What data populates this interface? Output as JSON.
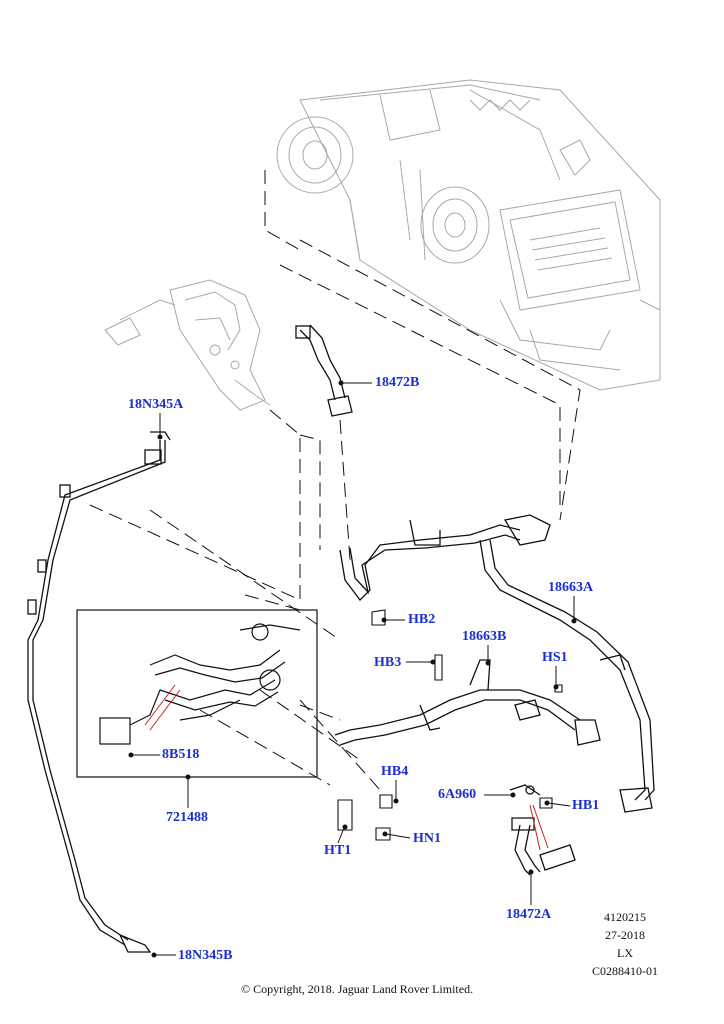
{
  "callouts": {
    "c18N345A": "18N345A",
    "c18472B": "18472B",
    "c18663A": "18663A",
    "cHB2": "HB2",
    "c18663B": "18663B",
    "cHB3": "HB3",
    "cHS1": "HS1",
    "c8B518": "8B518",
    "cHB4": "HB4",
    "c6A960": "6A960",
    "cHB1": "HB1",
    "c721488": "721488",
    "cHT1": "HT1",
    "cHN1": "HN1",
    "c18472A": "18472A",
    "c18N345B": "18N345B"
  },
  "meta": {
    "line1": "4120215",
    "line2": "27-2018",
    "line3": "LX",
    "line4": "C0288410-01"
  },
  "copyright": "© Copyright, 2018. Jaguar Land Rover Limited.",
  "colors": {
    "callout": "#1a2fd0",
    "drawing_dark": "#111111",
    "drawing_faint": "#9a9a9a",
    "leader_red": "#d42020"
  }
}
